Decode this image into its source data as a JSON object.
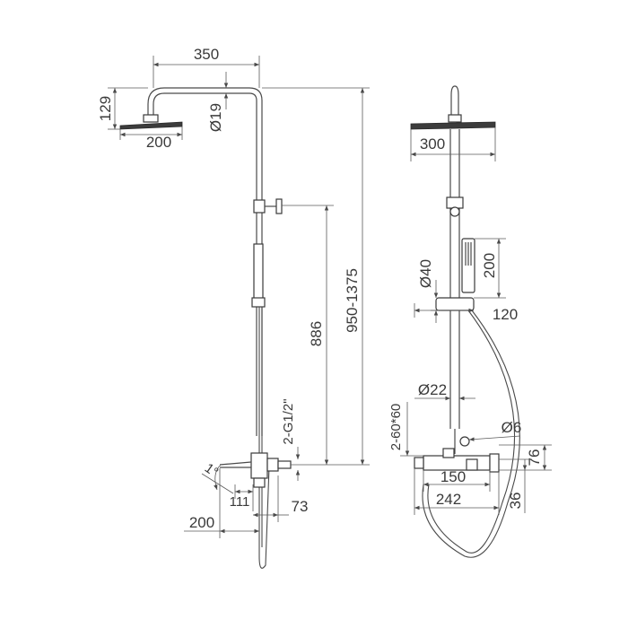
{
  "side_view": {
    "dims": {
      "showerhead_arm_length": "350",
      "showerhead_height": "129",
      "pipe_diameter": "Ø19",
      "showerhead_width": "200",
      "total_height": "950-1375",
      "outlet_height": "886",
      "inlet_thread": "2-G1/2\"",
      "tilt_angle": "1°",
      "spout_offset": "111",
      "body_depth": "73",
      "spout_length": "200"
    }
  },
  "front_view": {
    "dims": {
      "showerhead_width": "300",
      "handshower_length": "200",
      "handshower_diameter": "Ø40",
      "bracket_width": "120",
      "riser_diameter": "Ø22",
      "inlet_centers": "2-60*60",
      "screw_diameter": "Ø6",
      "body_height": "76",
      "inner_width": "150",
      "outer_width": "242",
      "spout_height": "36"
    }
  }
}
